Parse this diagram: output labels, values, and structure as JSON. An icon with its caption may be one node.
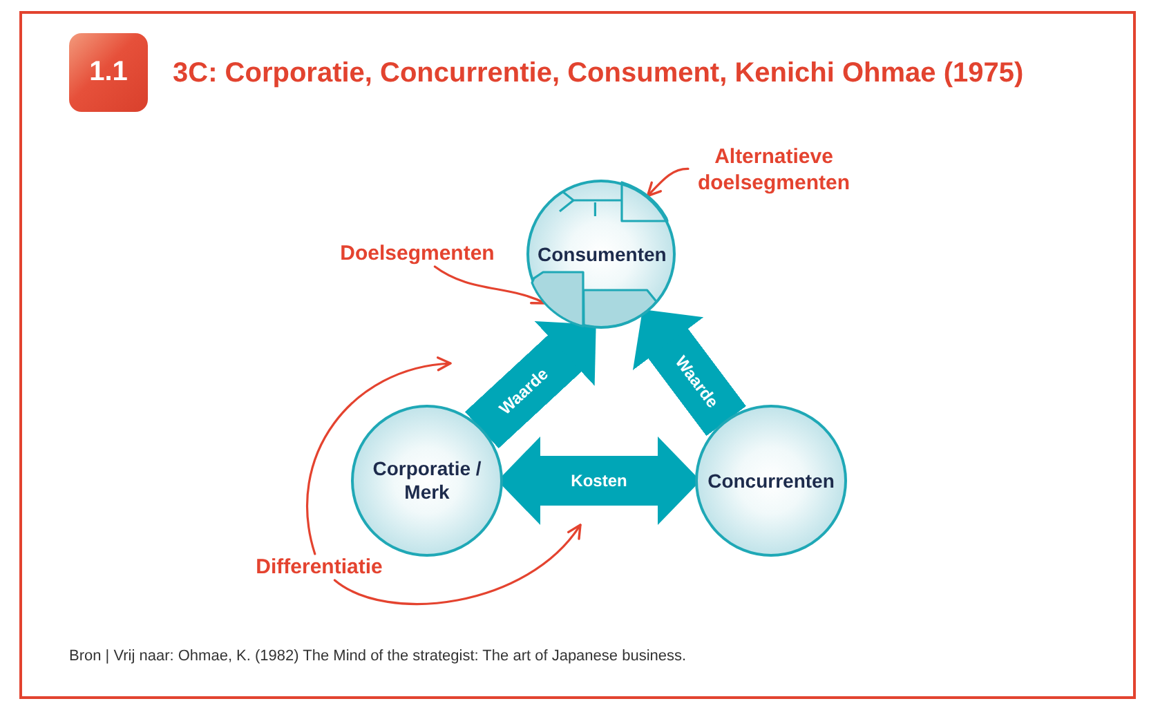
{
  "diagram": {
    "title": "3C: Corporatie, Concurrentie, Consument, Kenichi Ohmae (1975)",
    "caption": "Bron | Vrij naar: Ohmae, K. (1982) The Mind of the strategist: The art of Japanese business.",
    "nodes": [
      {
        "text": [
          "Alternatieve doelsegmenten"
        ]
      },
      {
        "text": [
          "Consumenten"
        ]
      },
      {
        "text": [],
        "shape": "box",
        "in": 1
      },
      {
        "text": [],
        "shape": "box",
        "in": 1
      },
      {
        "text": [
          "Doelsegmenten"
        ]
      },
      {
        "text": [
          "Corporatie / Merk"
        ]
      },
      {
        "text": [
          "Concurrenten"
        ]
      },
      {
        "text": [
          "Differentiatie"
        ]
      }
    ],
    "edges": [
      {
        "from": 0,
        "to": 2,
        "arrow": "to"
      },
      {
        "from": 4,
        "to": 3,
        "arrow": "to"
      },
      {
        "from": 5,
        "to": 1,
        "arrow": "to",
        "label": "Waarde",
        "style": "thick",
        "color": "#00a6b7"
      },
      {
        "from": 6,
        "to": 1,
        "arrow": "to",
        "label": "Waarde",
        "style": "thick",
        "color": "#00a6b7"
      },
      {
        "from": 5,
        "to": 6,
        "arrow": "both",
        "label": "Kosten",
        "style": "thick",
        "color": "#00a6b7"
      },
      {
        "from": 7,
        "to": null,
        "arrow": "to"
      },
      {
        "from": 7,
        "to": null,
        "arrow": "to"
      }
    ],
    "labels": [
      "1.1"
    ]
  }
}
